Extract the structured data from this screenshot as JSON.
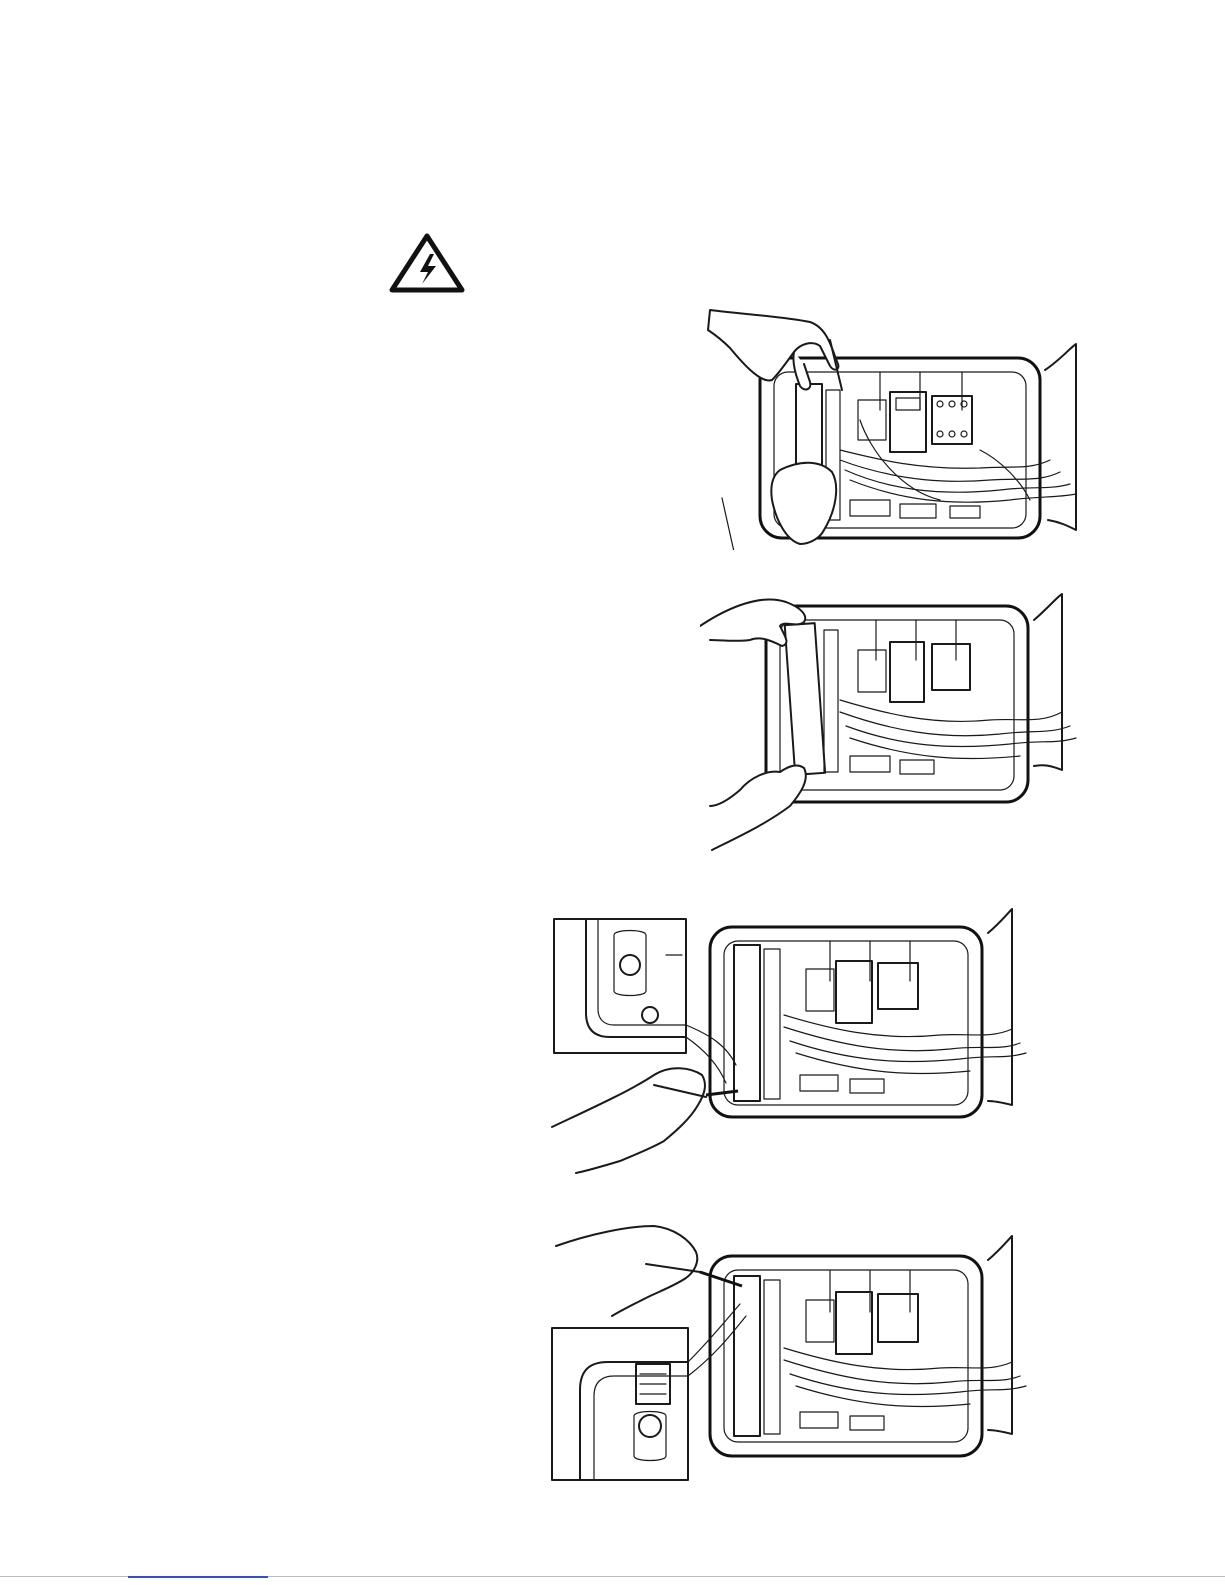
{
  "page": {
    "warning_icon": "high-voltage-warning-icon",
    "figures": [
      {
        "id": "fig-1",
        "description_icon": "hand-releasing-board-illustration"
      },
      {
        "id": "fig-2",
        "description_icon": "hands-tilting-board-illustration"
      },
      {
        "id": "fig-3",
        "description_icon": "screwdriver-lower-screw-illustration"
      },
      {
        "id": "fig-4",
        "description_icon": "screwdriver-upper-screw-illustration"
      }
    ]
  },
  "colors": {
    "line": "#1a1a1a",
    "background": "#ffffff",
    "footer_link": "#3050d0"
  }
}
